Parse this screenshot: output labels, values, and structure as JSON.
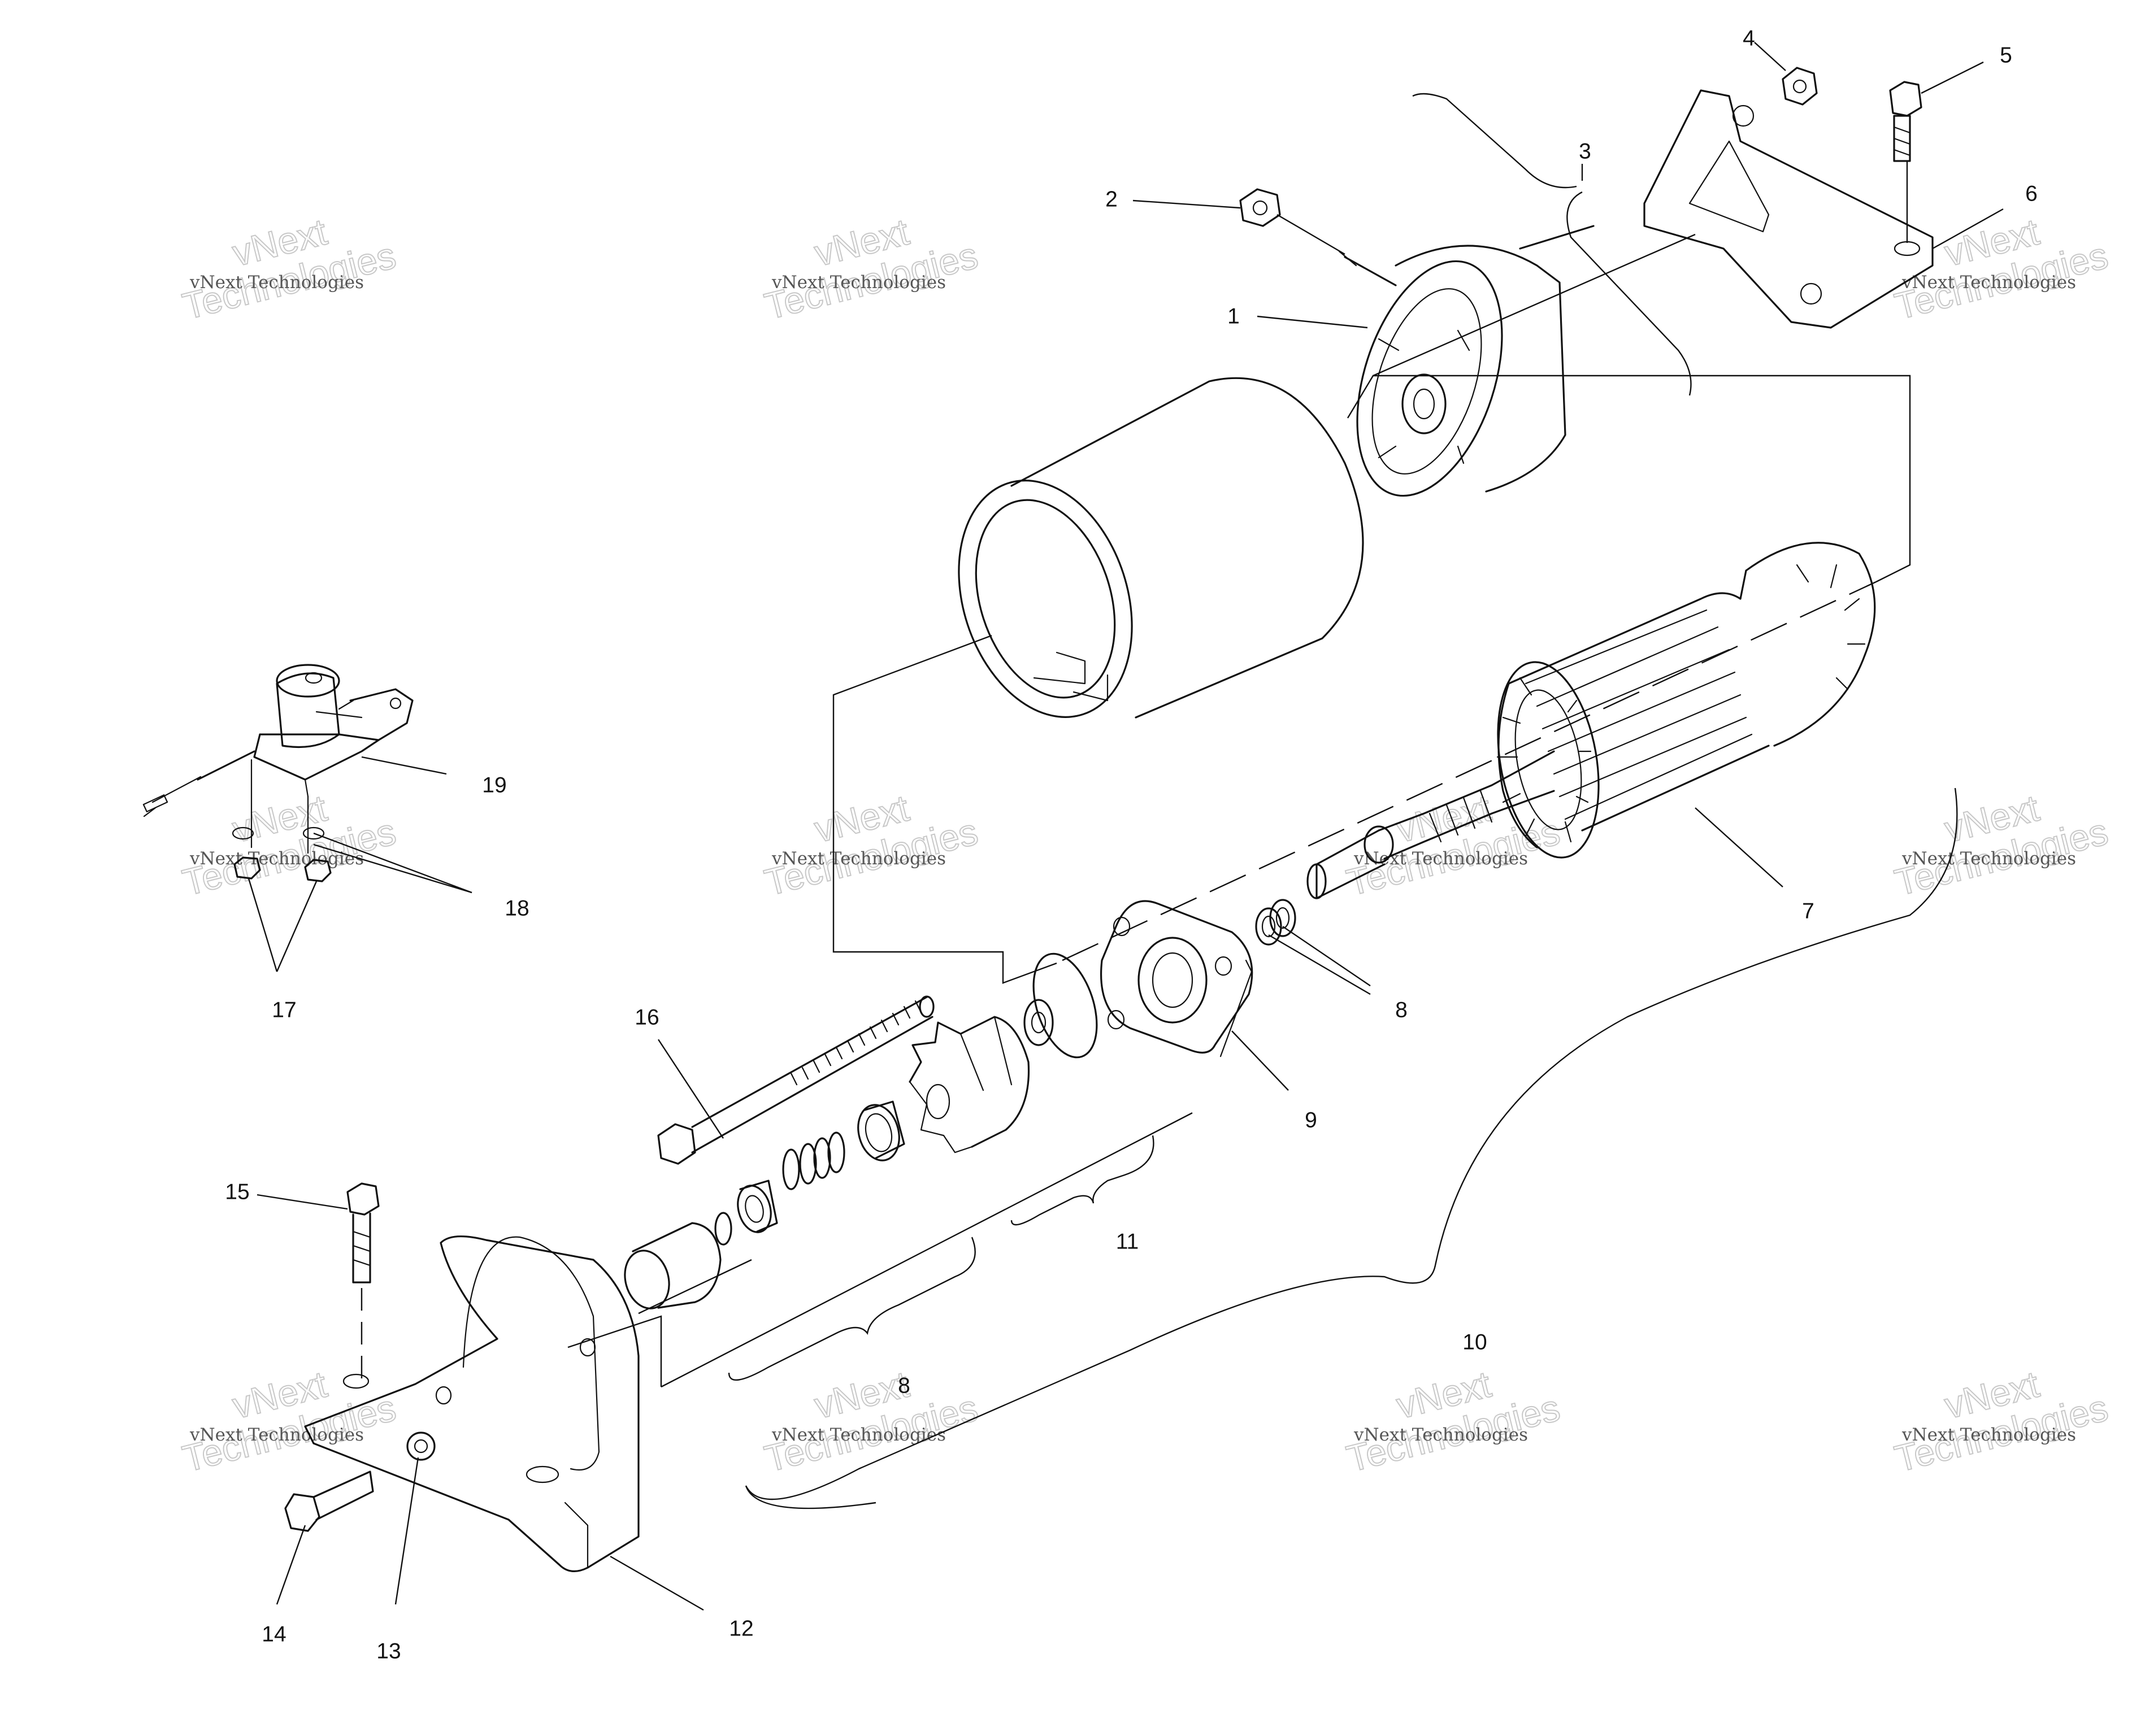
{
  "callouts": [
    {
      "id": "1",
      "label": "1"
    },
    {
      "id": "2",
      "label": "2"
    },
    {
      "id": "3",
      "label": "3"
    },
    {
      "id": "4",
      "label": "4"
    },
    {
      "id": "5",
      "label": "5"
    },
    {
      "id": "6",
      "label": "6"
    },
    {
      "id": "7",
      "label": "7"
    },
    {
      "id": "8a",
      "label": "8"
    },
    {
      "id": "8b",
      "label": "8"
    },
    {
      "id": "9",
      "label": "9"
    },
    {
      "id": "10",
      "label": "10"
    },
    {
      "id": "11",
      "label": "11"
    },
    {
      "id": "12",
      "label": "12"
    },
    {
      "id": "13",
      "label": "13"
    },
    {
      "id": "14",
      "label": "14"
    },
    {
      "id": "15",
      "label": "15"
    },
    {
      "id": "16",
      "label": "16"
    },
    {
      "id": "17",
      "label": "17"
    },
    {
      "id": "18",
      "label": "18"
    },
    {
      "id": "19",
      "label": "19"
    }
  ],
  "watermark": {
    "line1": "vNext",
    "line2": "Technologies",
    "caption": "vNext Technologies"
  }
}
